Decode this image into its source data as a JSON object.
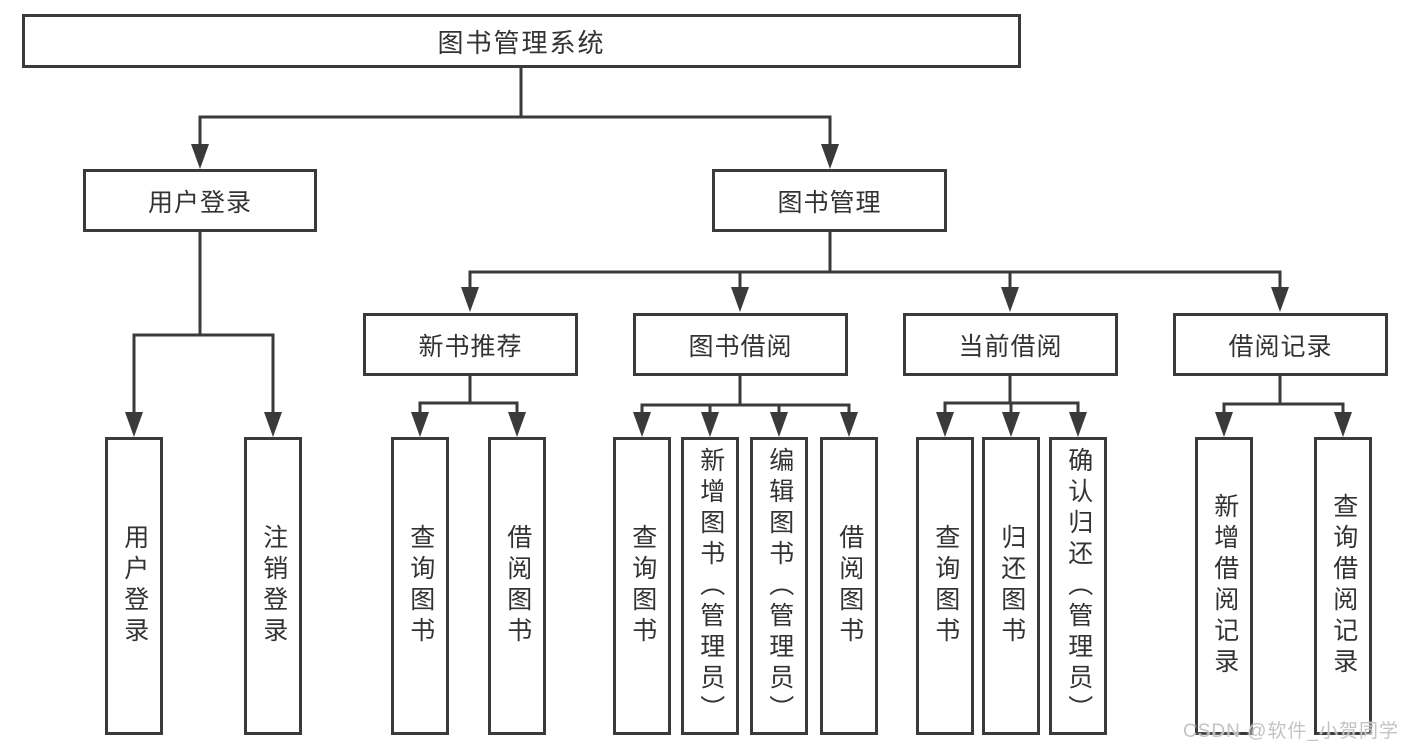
{
  "root": {
    "label": "图书管理系统"
  },
  "nodes": {
    "userLogin": "用户登录",
    "bookManagement": "图书管理",
    "newBookRecommend": "新书推荐",
    "bookBorrow": "图书借阅",
    "currentBorrow": "当前借阅",
    "borrowRecord": "借阅记录"
  },
  "leaves": {
    "userLoginLeaf": "用户登录",
    "logoutLeaf": "注销登录",
    "queryBooksRec": "查询图书",
    "borrowBooksRec": "借阅图书",
    "queryBooksBorrow": "查询图书",
    "addBooksAdmin": "新增图书（管理员）",
    "editBooksAdmin": "编辑图书（管理员）",
    "borrowBooksBorrow": "借阅图书",
    "queryBooksCurrent": "查询图书",
    "returnBooks": "归还图书",
    "confirmReturnAdmin": "确认归还（管理员）",
    "addBorrowRecord": "新增借阅记录",
    "queryBorrowRecord": "查询借阅记录"
  },
  "watermark": "CSDN @软件_小贺同学",
  "colors": {
    "line": "#3a3a3a",
    "text": "#333333",
    "background": "#ffffff",
    "watermark": "#c3c3c3"
  }
}
